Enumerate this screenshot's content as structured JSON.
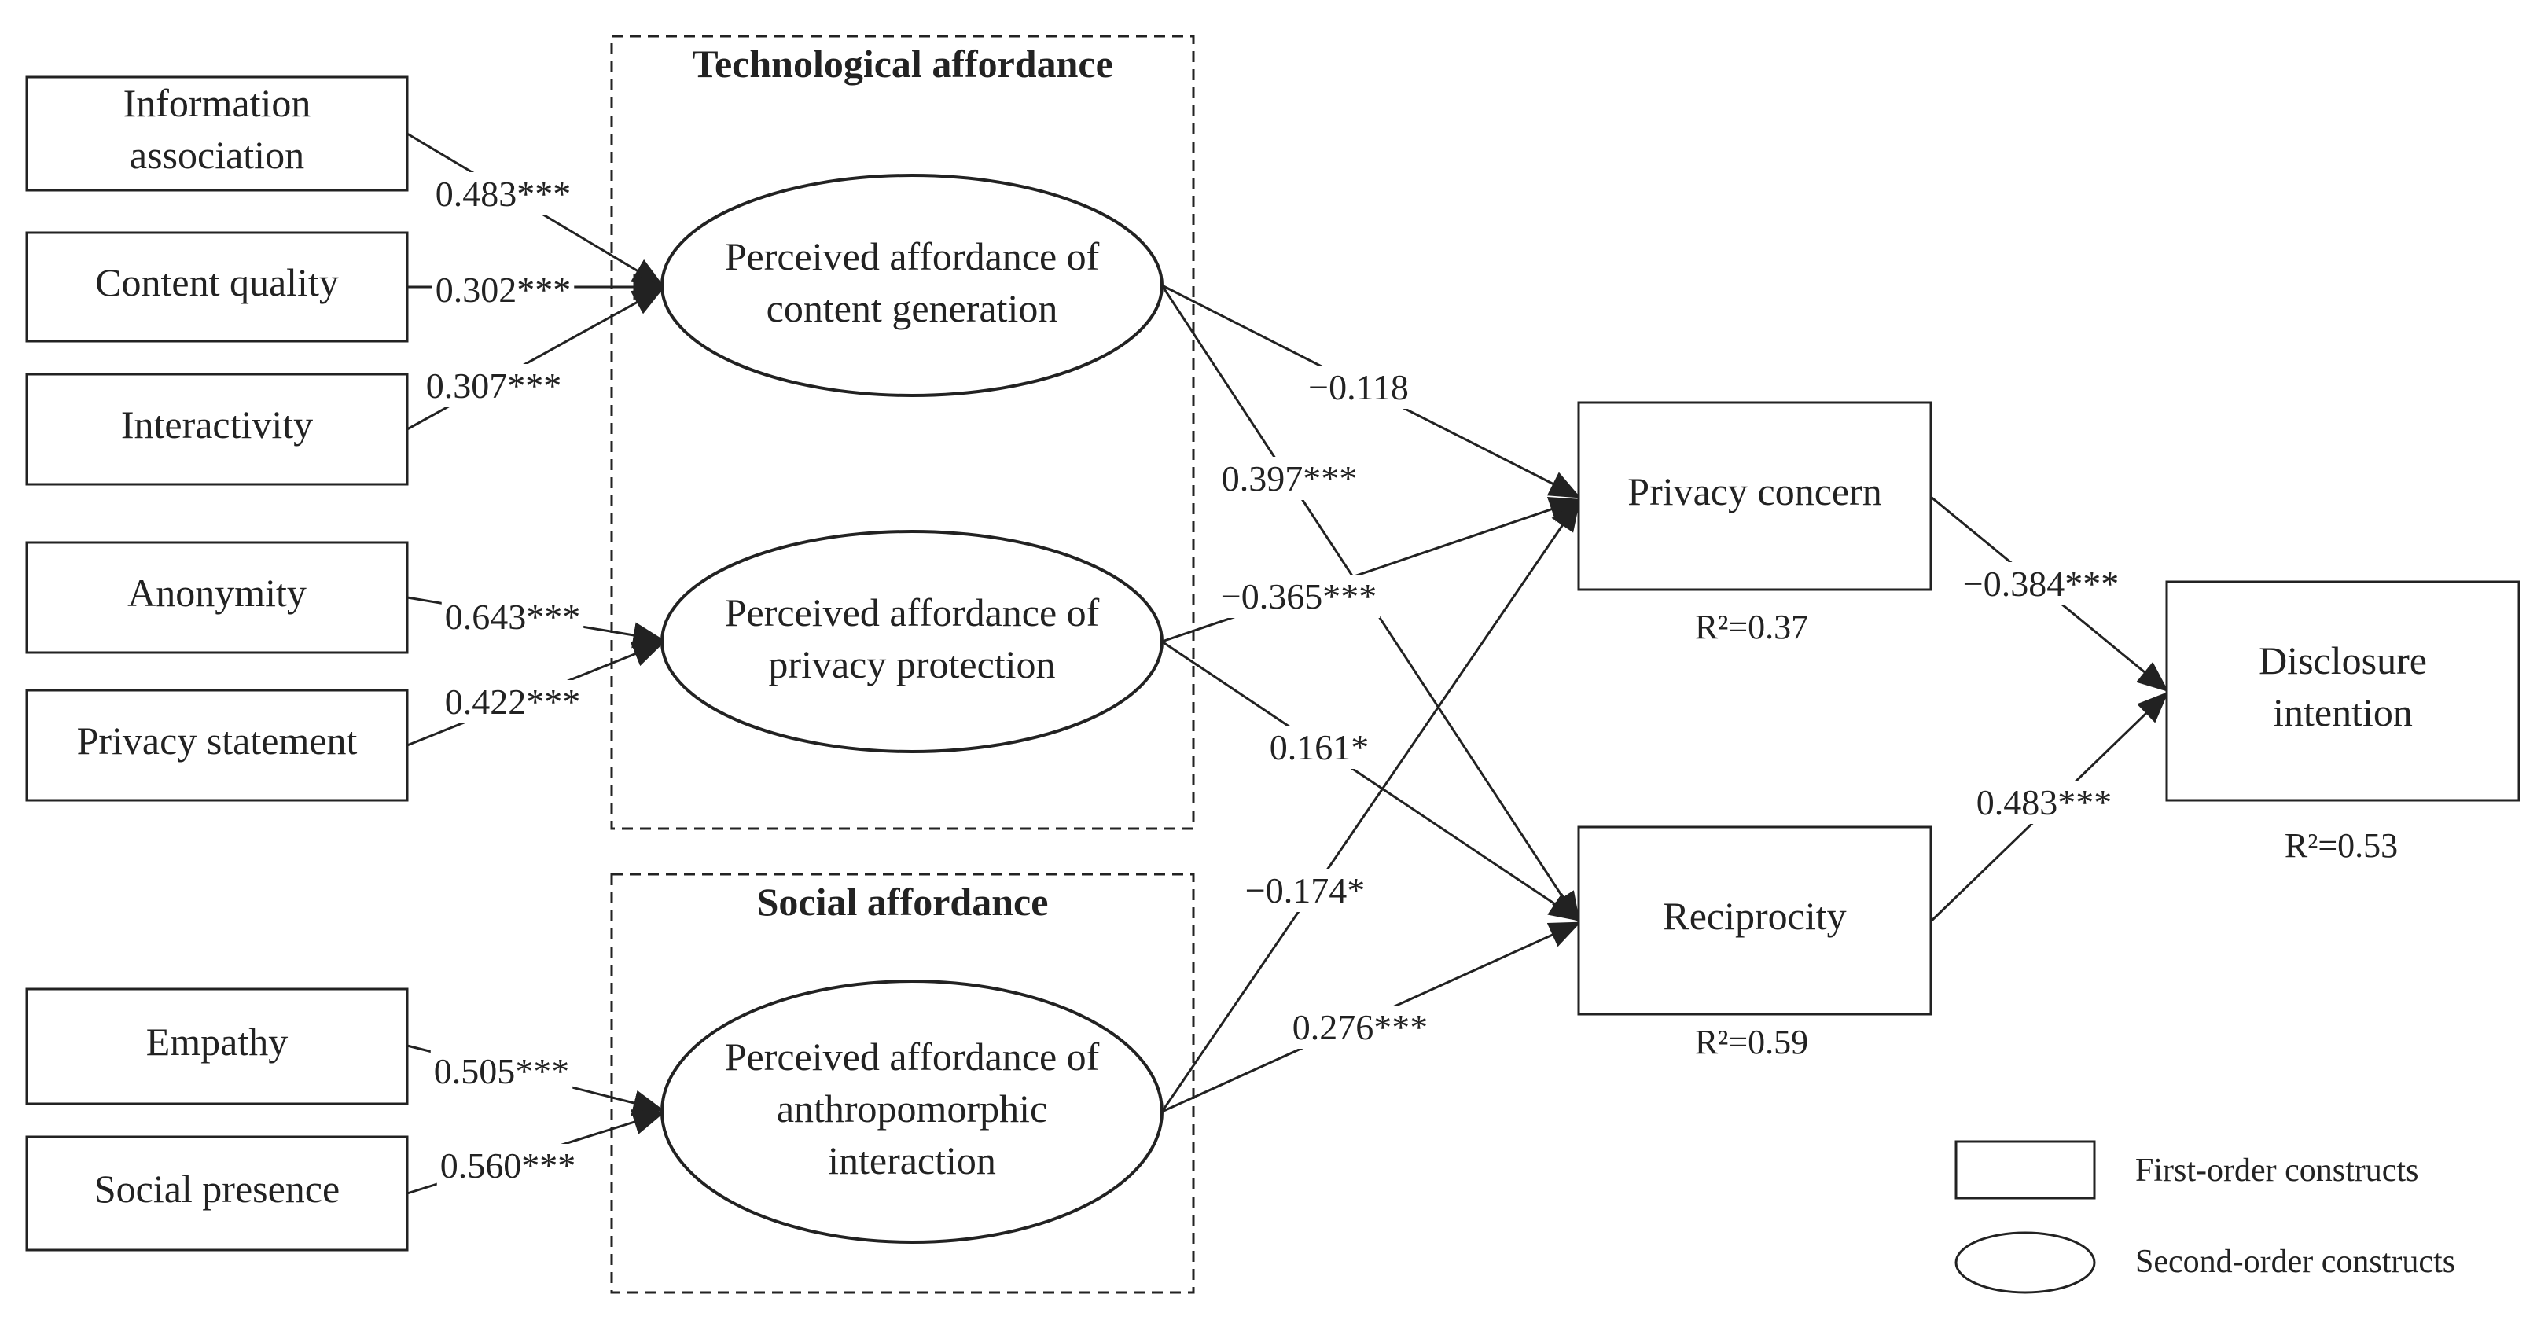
{
  "groups": {
    "technological": "Technological affordance",
    "social": "Social affordance"
  },
  "first_order_inputs": {
    "information_association": [
      "Information",
      "association"
    ],
    "content_quality": [
      "Content quality"
    ],
    "interactivity": [
      "Interactivity"
    ],
    "anonymity": [
      "Anonymity"
    ],
    "privacy_statement": [
      "Privacy statement"
    ],
    "empathy": [
      "Empathy"
    ],
    "social_presence": [
      "Social presence"
    ]
  },
  "second_order": {
    "content_generation": [
      "Perceived affordance of",
      "content generation"
    ],
    "privacy_protection": [
      "Perceived affordance of",
      "privacy protection"
    ],
    "anthropomorphic": [
      "Perceived affordance of",
      "anthropomorphic",
      "interaction"
    ]
  },
  "outcomes": {
    "privacy_concern": {
      "label": [
        "Privacy concern"
      ],
      "r2": "R²=0.37"
    },
    "reciprocity": {
      "label": [
        "Reciprocity"
      ],
      "r2": "R²=0.59"
    },
    "disclosure_intention": {
      "label": [
        "Disclosure",
        "intention"
      ],
      "r2": "R²=0.53"
    }
  },
  "coefficients": {
    "information_association": "0.483***",
    "content_quality": "0.302***",
    "interactivity": "0.307***",
    "anonymity": "0.643***",
    "privacy_statement": "0.422***",
    "empathy": "0.505***",
    "social_presence": "0.560***",
    "cg_to_pc": "−0.118",
    "cg_to_rec": "0.397***",
    "pp_to_pc": "−0.365***",
    "pp_to_rec": "0.161*",
    "an_to_pc": "−0.174*",
    "an_to_rec": "0.276***",
    "pc_to_di": "−0.384***",
    "rec_to_di": "0.483***"
  },
  "legend": {
    "first_order": "First-order constructs",
    "second_order": "Second-order constructs"
  },
  "colors": {
    "stroke": "#222222",
    "text": "#222222",
    "background": "#ffffff"
  }
}
